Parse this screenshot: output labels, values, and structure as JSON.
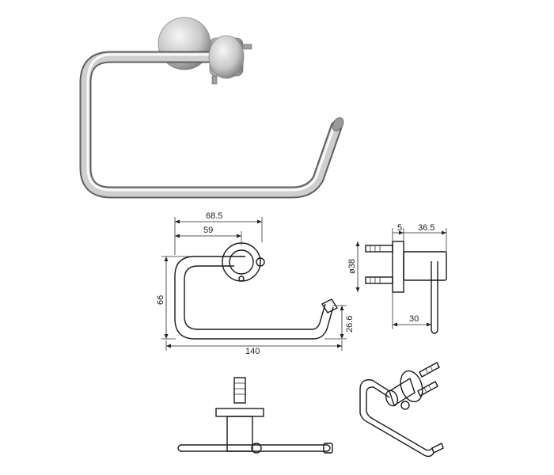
{
  "dimensions": {
    "width_top": "68.5",
    "width_inner": "59",
    "height_left": "66",
    "height_right": "26.6",
    "length_bottom": "140",
    "side_gap": "5",
    "side_depth": "36.5",
    "side_diameter": "ø38",
    "side_bottom": "30"
  },
  "colors": {
    "steel_light": "#f2f2f2",
    "steel_mid": "#b9b9b9",
    "steel_dark": "#6f6f6f",
    "line": "#1a1a1a"
  }
}
